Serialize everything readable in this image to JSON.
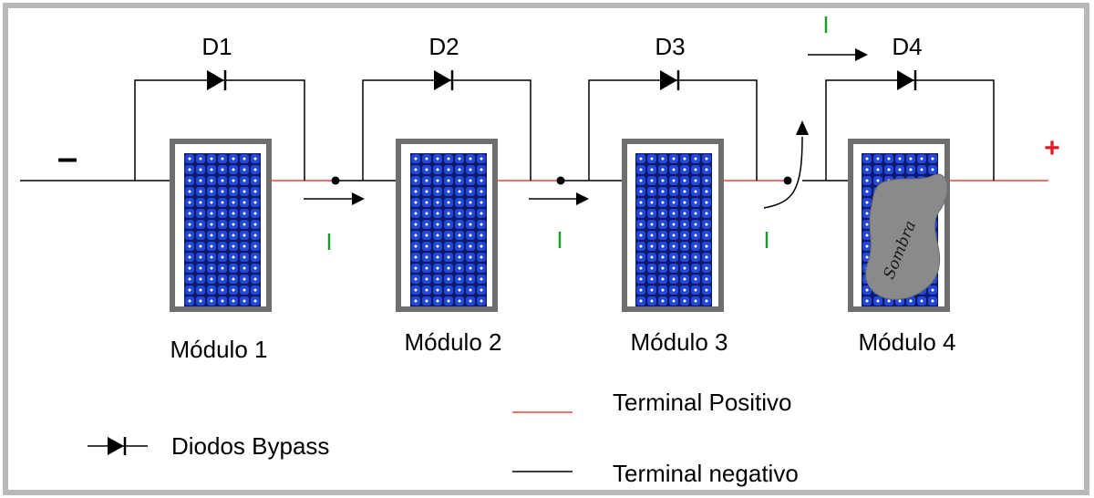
{
  "diagram": {
    "diodes": [
      "D1",
      "D2",
      "D3",
      "D4"
    ],
    "modules": [
      "Módulo 1",
      "Módulo 2",
      "Módulo 3",
      "Módulo 4"
    ],
    "current_label": "I",
    "negative_sign": "–",
    "positive_sign": "+",
    "shadow_label": "Sombra"
  },
  "legend": {
    "bypass_diodes": "Diodos Bypass",
    "positive_terminal": "Terminal Positivo",
    "negative_terminal": "Terminal negativo"
  },
  "colors": {
    "positive_wire": "#e8453c",
    "negative_wire": "#000000",
    "current_label": "#1a9a2a",
    "positive_sign": "#e01b24",
    "cell": "#1e3fc0",
    "module_frame": "#6e6e6e",
    "shadow": "#8a8a8a"
  }
}
